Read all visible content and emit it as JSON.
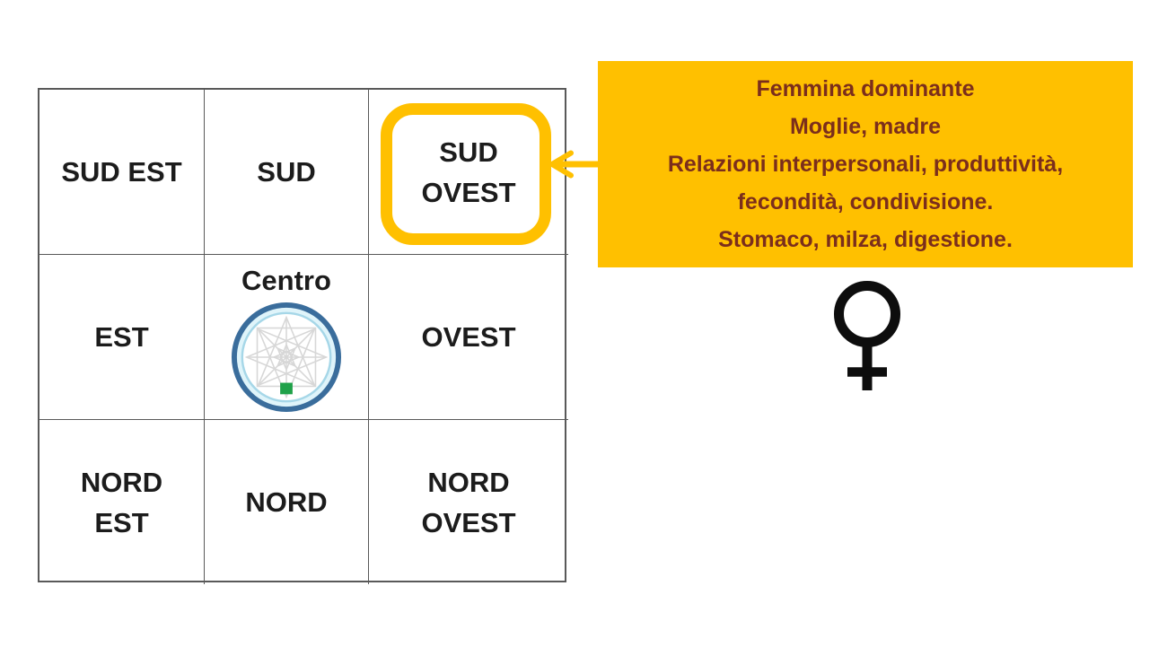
{
  "grid": {
    "border_color": "#595959",
    "text_color": "#1c1c1c",
    "cells": [
      {
        "name": "sud-est",
        "lines": [
          "SUD EST"
        ]
      },
      {
        "name": "sud",
        "lines": [
          "SUD"
        ]
      },
      {
        "name": "sud-ovest",
        "lines": [
          "SUD",
          "OVEST"
        ],
        "highlighted": true
      },
      {
        "name": "est",
        "lines": [
          "EST"
        ]
      },
      {
        "name": "centro",
        "lines": [
          "Centro"
        ],
        "icon": "centro-mandala-icon"
      },
      {
        "name": "ovest",
        "lines": [
          "OVEST"
        ]
      },
      {
        "name": "nord-est",
        "lines": [
          "NORD",
          "EST"
        ]
      },
      {
        "name": "nord",
        "lines": [
          "NORD"
        ]
      },
      {
        "name": "nord-ovest",
        "lines": [
          "NORD",
          "OVEST"
        ]
      }
    ]
  },
  "callout": {
    "background": "#FFC000",
    "text_color": "#7B2E1C",
    "lines": [
      "Femmina dominante",
      "Moglie, madre",
      "Relazioni interpersonali, produttività,",
      "fecondità, condivisione.",
      "Stomaco, milza, digestione."
    ]
  },
  "highlight": {
    "target": "sud-ovest",
    "color": "#FFC000"
  },
  "arrow": {
    "direction": "left",
    "color": "#FFC000"
  },
  "female_symbol": {
    "glyph": "♀",
    "color": "#0d0d0d"
  },
  "centro_icon": {
    "outer_ring_color": "#3A6D9C",
    "band_color": "#DFF4FA",
    "inner_ring_color": "#A6D7E8",
    "pattern_color": "#D7D7D7",
    "square_color": "#1FA149"
  }
}
